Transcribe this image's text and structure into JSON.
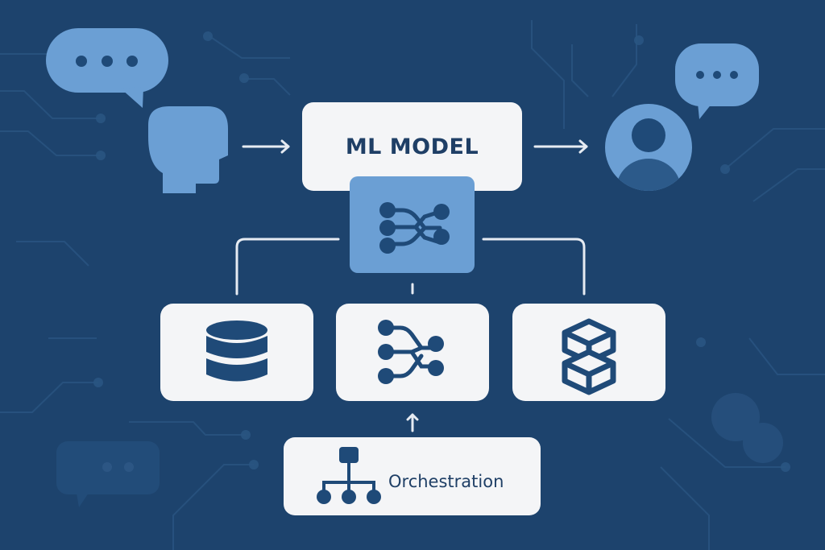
{
  "diagram": {
    "model_label": "ML MODEL",
    "orchestration_label": "Orchestration",
    "nodes": [
      {
        "id": "input-chat",
        "icon": "chat-bubble-icon"
      },
      {
        "id": "input-user",
        "icon": "head-profile-icon"
      },
      {
        "id": "ml-model",
        "icon": "none"
      },
      {
        "id": "router",
        "icon": "branching-flow-icon"
      },
      {
        "id": "data-store",
        "icon": "database-icon"
      },
      {
        "id": "pipeline",
        "icon": "branching-flow-icon"
      },
      {
        "id": "containers",
        "icon": "stacked-cubes-icon"
      },
      {
        "id": "orchestration",
        "icon": "hierarchy-icon"
      },
      {
        "id": "output-user",
        "icon": "user-avatar-icon"
      },
      {
        "id": "output-chat",
        "icon": "chat-bubble-icon"
      }
    ],
    "edges": [
      {
        "from": "input-user",
        "to": "ml-model"
      },
      {
        "from": "ml-model",
        "to": "output-user"
      },
      {
        "from": "router",
        "to": "data-store"
      },
      {
        "from": "router",
        "to": "pipeline"
      },
      {
        "from": "router",
        "to": "containers"
      },
      {
        "from": "orchestration",
        "to": "pipeline"
      }
    ]
  },
  "colors": {
    "background": "#1d436d",
    "accent": "#6b9fd4",
    "card": "#f4f5f7",
    "icon_dark": "#1f4a78",
    "line": "#e6ebf2"
  }
}
